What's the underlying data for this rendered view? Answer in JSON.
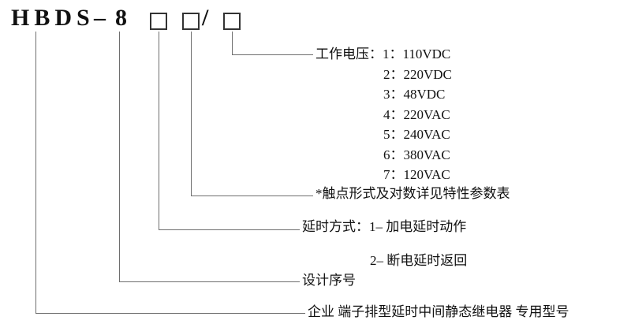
{
  "model": {
    "prefix": "HBDS",
    "dash": "–",
    "digit": "8",
    "slash": "/"
  },
  "voltage": {
    "label": "工作电压：",
    "options": [
      "1：110VDC",
      "2：220VDC",
      "3：48VDC",
      "4：220VAC",
      "5：240VAC",
      "6：380VAC",
      "7：120VAC"
    ]
  },
  "contact": {
    "note": "*触点形式及对数详见特性参数表"
  },
  "delay": {
    "label": "延时方式：",
    "options": [
      "1– 加电延时动作",
      "2– 断电延时返回"
    ]
  },
  "design": {
    "label": "设计序号"
  },
  "enterprise": {
    "label": "企业 端子排型延时中间静态继电器 专用型号"
  }
}
